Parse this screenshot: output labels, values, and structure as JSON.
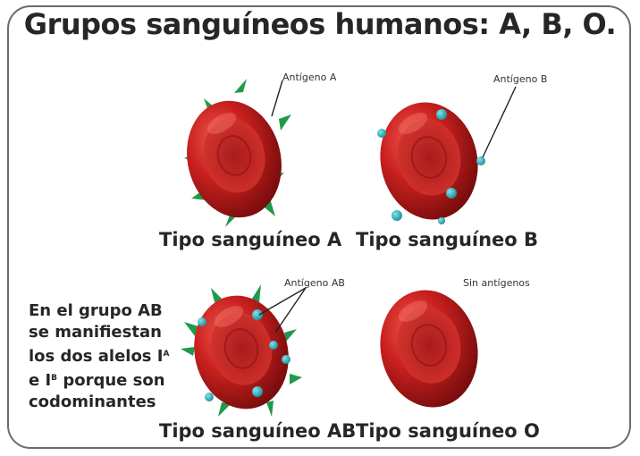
{
  "title": "Grupos sanguíneos humanos: A, B, O.",
  "cells": {
    "a": {
      "label": "Tipo sanguíneo A",
      "annotation": "Antígeno A"
    },
    "b": {
      "label": "Tipo sanguíneo B",
      "annotation": "Antígeno B"
    },
    "ab": {
      "label": "Tipo sanguíneo AB",
      "annotation": "Antígeno AB"
    },
    "o": {
      "label": "Tipo sanguíneo O",
      "annotation": "Sin antígenos"
    }
  },
  "note": {
    "line1": "En el grupo AB",
    "line2": "se manifiestan",
    "line3": "los dos alelos I",
    "line3_sup": "A",
    "line4a": "e I",
    "line4_sup": "B",
    "line4b": " porque son",
    "line5": "codominantes"
  },
  "colors": {
    "cell": "#c41e1e",
    "antigen_a": "#1f9a4a",
    "antigen_b": "#2a9ea8",
    "frame": "#6b6b6b"
  }
}
